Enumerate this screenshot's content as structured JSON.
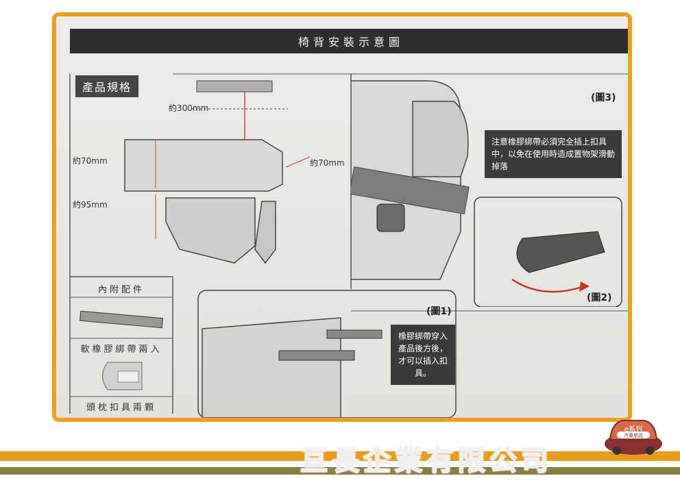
{
  "header": {
    "title": "椅背安裝示意圖"
  },
  "spec": {
    "label": "產品規格",
    "dims": {
      "width": "約300mm",
      "depth": "約70mm",
      "height1": "約70mm",
      "height2": "約95mm"
    }
  },
  "accessories": {
    "title": "內附配件",
    "items": [
      "軟橡膠綁帶兩入",
      "頭枕扣具兩顆"
    ]
  },
  "figures": {
    "fig1": "(圖1)",
    "fig2": "(圖2)",
    "fig3": "(圖3)"
  },
  "notes": {
    "warning": "注意橡膠綁帶必須完全插上扣具中，以免在使用時造成置物架滑動掉落",
    "instruction": "橡膠綁帶穿入產品後方後，才可以插入扣具。"
  },
  "footer": {
    "company": "亘長企業有限公司",
    "logo_top": "e系列",
    "logo_bottom": "汽車用品"
  },
  "colors": {
    "frame": "#f0a020",
    "bar_top": "#e79c1c",
    "bar_bottom": "#8a7e45",
    "arrow": "#d03020"
  }
}
